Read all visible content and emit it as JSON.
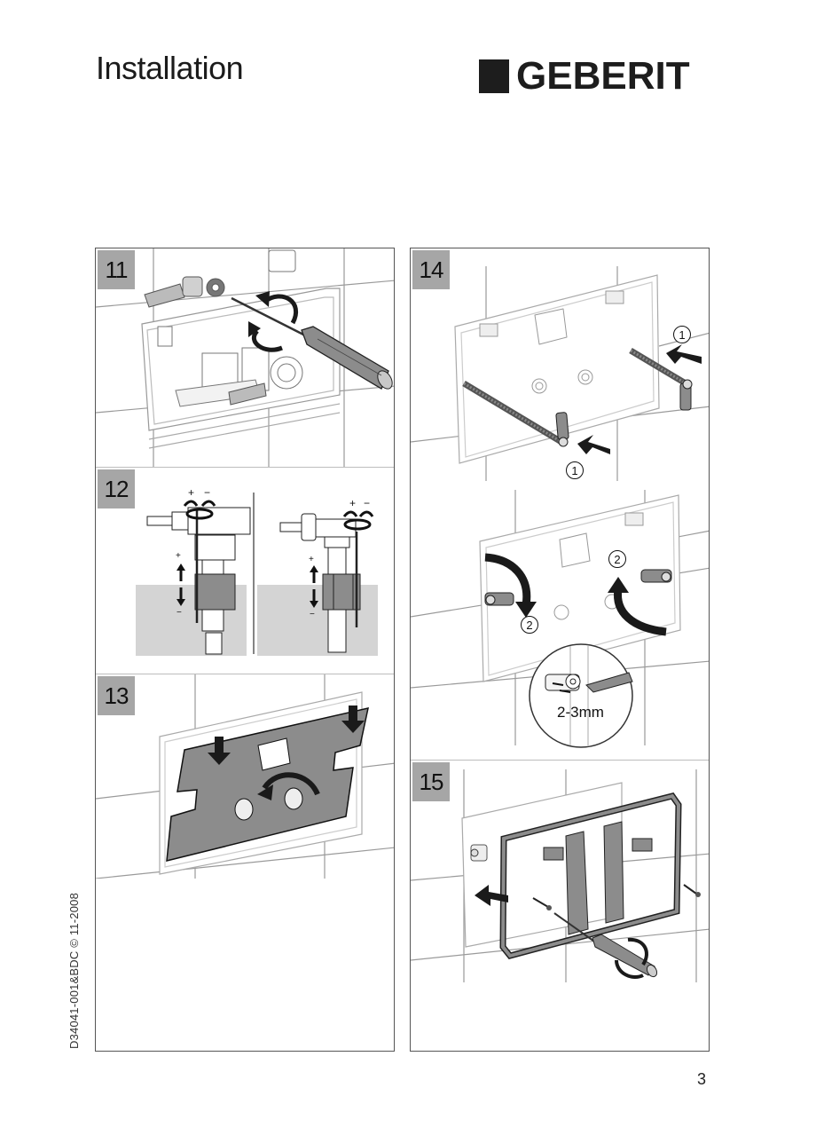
{
  "header": {
    "title": "Installation",
    "brand": "GEBERIT"
  },
  "footer": {
    "document_code": "D34041-001&BDC © 11-2008",
    "page_number": "3"
  },
  "steps": {
    "s11": {
      "number": "11",
      "icons": [
        "screwdriver-icon",
        "rotate-arrow-icon",
        "connector-hose-icon"
      ]
    },
    "s12": {
      "number": "12",
      "left_adjust": {
        "plus": "+",
        "minus": "−"
      },
      "right_adjust": {
        "plus": "+",
        "minus": "−"
      },
      "float_up": "+",
      "float_down": "−"
    },
    "s13": {
      "number": "13",
      "icons": [
        "protective-cover-icon",
        "push-down-arrow-icon",
        "curved-arrow-icon"
      ]
    },
    "s14": {
      "number": "14",
      "callout_1": "1",
      "callout_2": "2",
      "measure_label": "2-3mm"
    },
    "s15": {
      "number": "15",
      "icons": [
        "mounting-frame-icon",
        "screw-icon",
        "screwdriver-icon",
        "push-arrow-icon"
      ]
    }
  },
  "colors": {
    "badge_bg": "#a6a6a6",
    "border": "#555555",
    "line_art": "#8a8a8a",
    "fill_gray": "#8c8c8c",
    "water": "#d4d4d4",
    "logo": "#1d1d1d"
  }
}
